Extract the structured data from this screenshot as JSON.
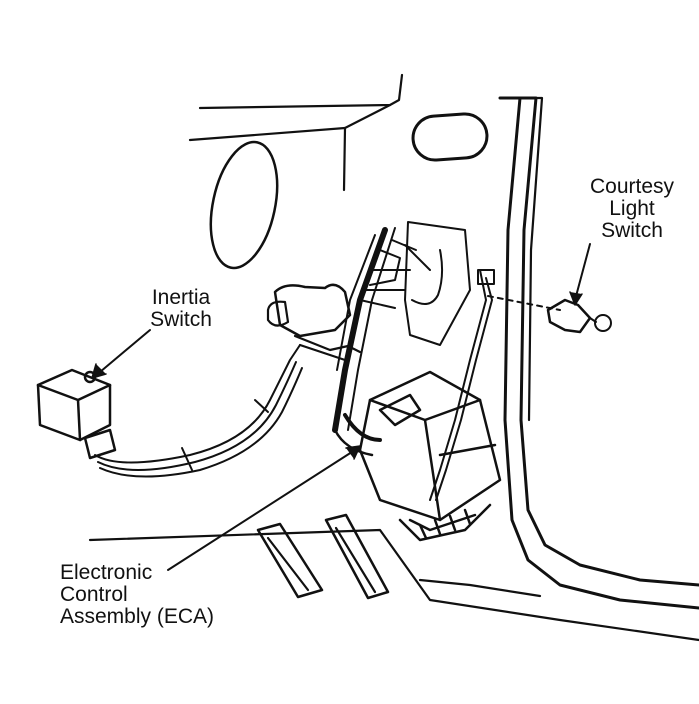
{
  "labels": {
    "courtesy": [
      "Courtesy",
      "Light",
      "Switch"
    ],
    "inertia": [
      "Inertia",
      "Switch"
    ],
    "eca": [
      "Electronic",
      "Control",
      "Assembly (ECA)"
    ]
  },
  "colors": {
    "ink": "#111111",
    "paper": "#ffffff"
  }
}
